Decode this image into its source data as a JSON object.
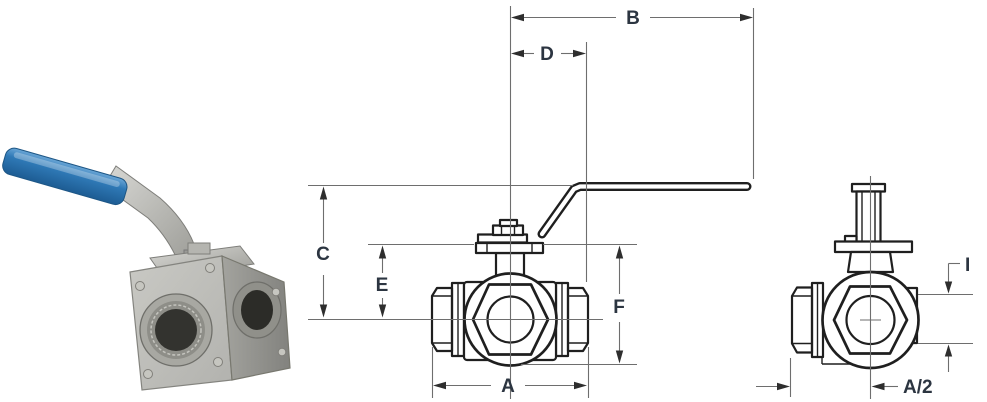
{
  "figure": {
    "subject": "3-way ball valve dimensional diagram",
    "views": {
      "photo": "3-way ball valve product photo with blue lever handle",
      "front": "front view with lever handle and dimension callouts",
      "side": "side view with stem and dimension callouts"
    },
    "dims": {
      "B": "B",
      "D": "D",
      "C": "C",
      "E": "E",
      "F": "F",
      "A": "A",
      "I": "I",
      "A2": "A/2"
    },
    "colors": {
      "background": "#ffffff",
      "part_line": "#1f1f1f",
      "dim_line": "#6e6e6e",
      "arrow": "#2e2e2e",
      "label_text": "#2c3541",
      "handle_blue": "#2f79b6",
      "steel_light": "#d8d8d4",
      "steel_mid": "#b2b2ae",
      "steel_dark": "#82827e"
    }
  }
}
